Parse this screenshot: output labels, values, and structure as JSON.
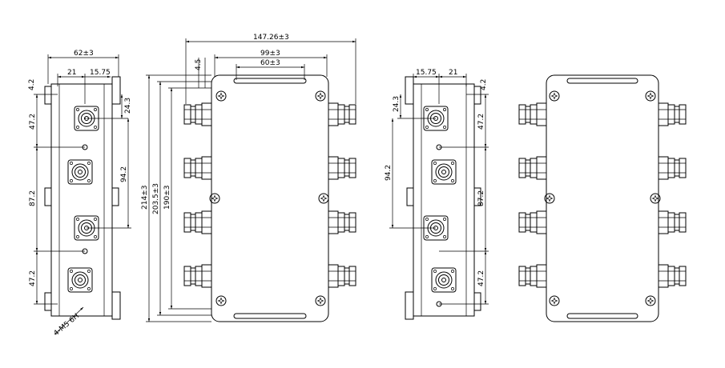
{
  "dimensions": {
    "overall_length": "147.26±3",
    "inner_length_1": "99±3",
    "inner_length_2": "60±3",
    "side_offset": "4.5",
    "overall_height": "214±3",
    "mount_height_1": "203.5±3",
    "mount_height_2": "190±3",
    "side_width": "62±3",
    "side_offset_21": "21",
    "side_offset_1575": "15.75",
    "edge_42": "4.2",
    "top_offset_243": "24.3",
    "pitch_472_a": "47.2",
    "pitch_872": "87.2",
    "pitch_472_b": "47.2",
    "pitch_942": "94.2",
    "hole_note": "4-M5 6H",
    "right_side_1575": "15.75",
    "right_side_21": "21",
    "right_edge_42": "4.2",
    "right_243": "24.3",
    "right_472_a": "47.2",
    "right_942": "94.2",
    "right_872": "87.2",
    "right_472_b": "47.2"
  }
}
